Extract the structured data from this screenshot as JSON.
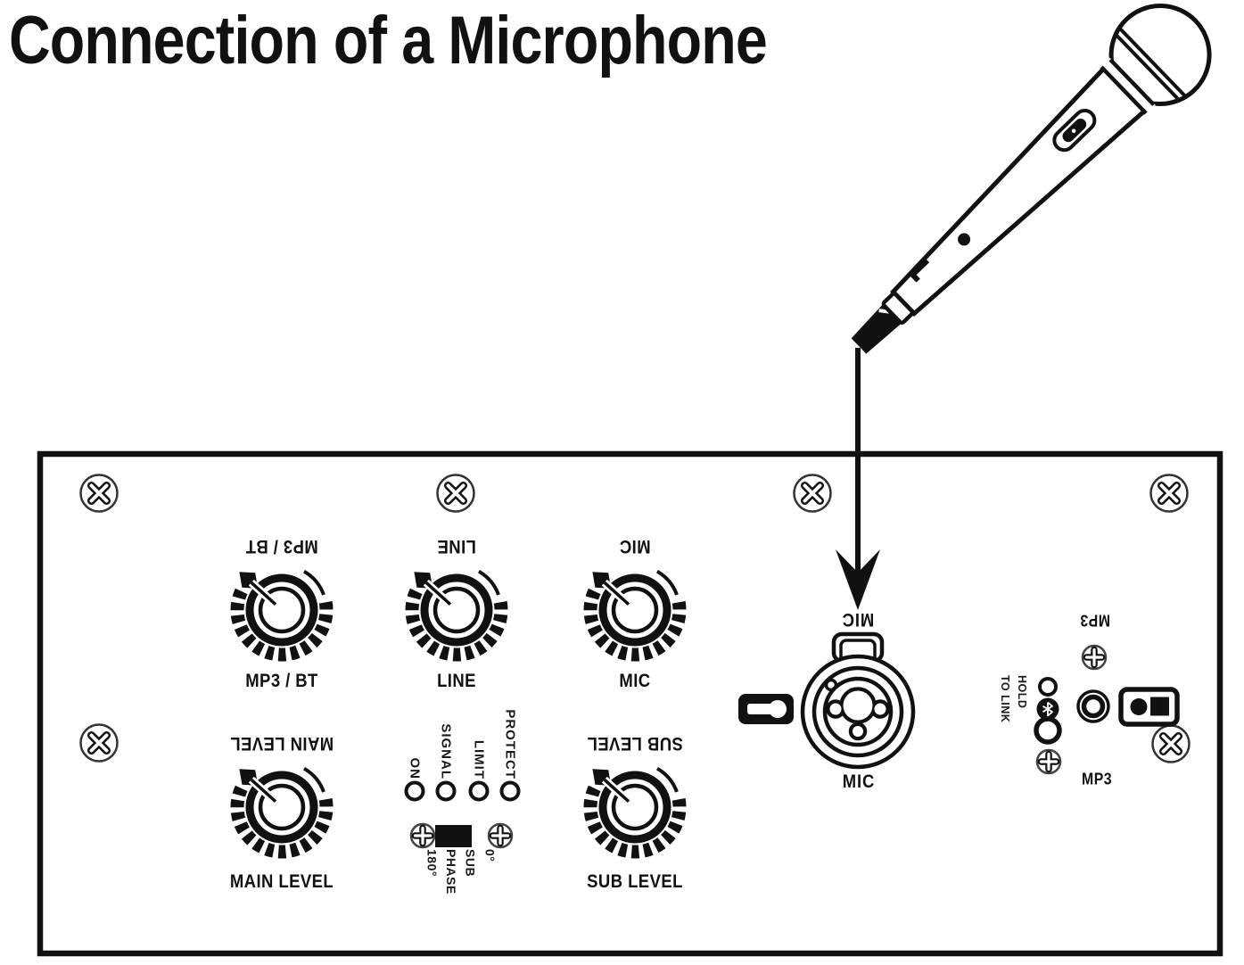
{
  "title": "Connection of a Microphone",
  "ink_color": "#111111",
  "panel": {
    "knobs": {
      "mp3_bt": {
        "label": "MP3 / BT"
      },
      "line": {
        "label": "LINE"
      },
      "mic": {
        "label": "MIC"
      },
      "main_level": {
        "label": "MAIN LEVEL"
      },
      "sub_level": {
        "label": "SUB LEVEL"
      }
    },
    "indicators": {
      "on": "ON",
      "signal": "SIGNAL",
      "limit": "LIMIT",
      "protect": "PROTECT"
    },
    "phase_switch": {
      "pos_0": "0°",
      "line_sub": "SUB",
      "line_phase": "PHASE",
      "pos_180": "180°"
    },
    "mic_input": {
      "label": "MIC"
    },
    "mp3_player": {
      "label": "MP3",
      "bt_hint_1": "HOLD",
      "bt_hint_2": "TO LINK"
    }
  }
}
